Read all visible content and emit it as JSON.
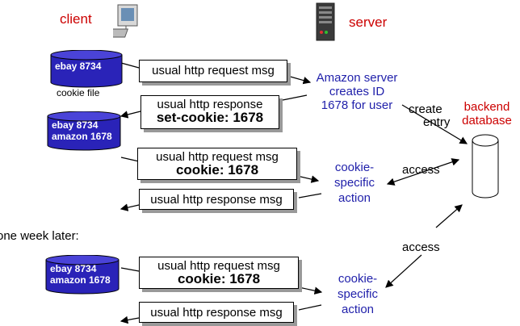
{
  "labels": {
    "client": "client",
    "server": "server",
    "cookie_file": "cookie file",
    "backend_database": [
      "backend",
      "database"
    ],
    "one_week_later": "one week later:",
    "amazon_server": [
      "Amazon server",
      "creates ID",
      "1678 for user"
    ],
    "create_entry": [
      "create",
      "entry"
    ],
    "access_1": "access",
    "access_2": "access",
    "cookie_specific_1": [
      "cookie-",
      "specific",
      "action"
    ],
    "cookie_specific_2": [
      "cookie-",
      "specific",
      "action"
    ]
  },
  "cylinders": {
    "c1": [
      "ebay 8734"
    ],
    "c2": [
      "ebay 8734",
      "amazon 1678"
    ],
    "c3": [
      "ebay 8734",
      "amazon 1678"
    ]
  },
  "messages": {
    "m1": [
      "usual http request msg"
    ],
    "m2": [
      "usual http response",
      "set-cookie: 1678"
    ],
    "m3": [
      "usual http request msg",
      "cookie: 1678"
    ],
    "m4": [
      "usual http response msg"
    ],
    "m5": [
      "usual http request msg",
      "cookie: 1678"
    ],
    "m6": [
      "usual http response msg"
    ]
  },
  "colors": {
    "label_red": "#cc0000",
    "label_blue": "#1f1faa",
    "cylinder": "#2a23b8"
  },
  "icons": [
    "computer-icon",
    "server-icon",
    "database-icon"
  ]
}
